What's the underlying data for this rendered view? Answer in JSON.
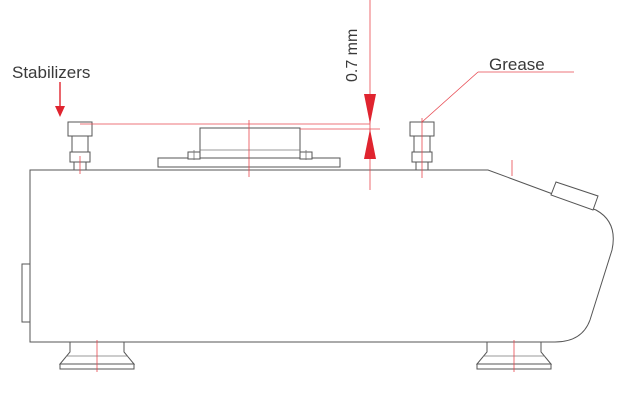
{
  "labels": {
    "stabilizers": "Stabilizers",
    "grease": "Grease",
    "gap": "0.7 mm"
  },
  "colors": {
    "accent": "#e0242f",
    "guide": "#e8474f",
    "outline": "#555555"
  }
}
